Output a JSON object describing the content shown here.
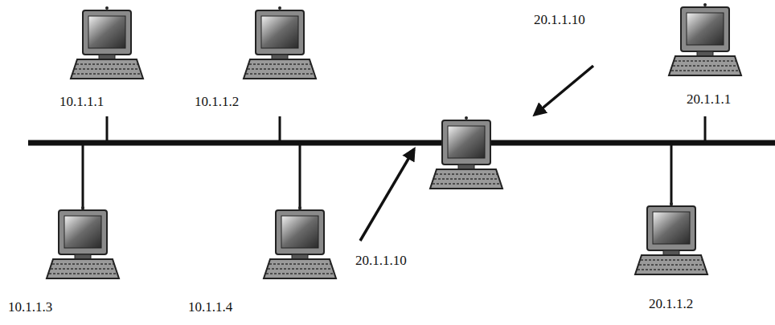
{
  "diagram": {
    "labels": [
      "20.1.1.10",
      "10.1.1.1",
      "10.1.1.2",
      "20.1.1.1",
      "20.1.1.10",
      "10.1.1.3",
      "10.1.1.4",
      "20.1.1.2"
    ]
  }
}
